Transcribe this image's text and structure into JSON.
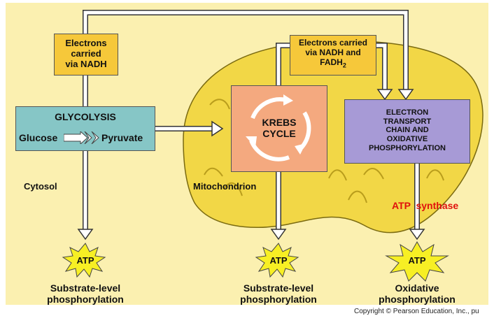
{
  "colors": {
    "background": "#fbf0b0",
    "mitochondrion": "#f2d746",
    "mito_outline": "#7a6a10",
    "nadh_box": "#f6c83a",
    "glycolysis_box": "#86c6c6",
    "krebs_box": "#f4a97f",
    "etc_box": "#a79ad6",
    "atp_star": "#f7ef24",
    "arrow_fill": "#ffffff",
    "arrow_stroke": "#333333",
    "atp_synthase_text": "#e0120c"
  },
  "labels": {
    "electrons_nadh_1": "Electrons carried",
    "electrons_nadh_2": "via NADH",
    "electrons_fadh_1": "Electrons carried",
    "electrons_fadh_2": "via NADH and",
    "electrons_fadh_3": "FADH",
    "electrons_fadh_sub": "2",
    "glycolysis": "GLYCOLYSIS",
    "glucose": "Glucose",
    "pyruvate": "Pyruvate",
    "krebs_1": "KREBS",
    "krebs_2": "CYCLE",
    "etc_1": "ELECTRON",
    "etc_2": "TRANSPORT",
    "etc_3": "CHAIN AND",
    "etc_4": "OXIDATIVE",
    "etc_5": "PHOSPHORYLATION",
    "cytosol": "Cytosol",
    "mitochondrion": "Mitochondrion",
    "atp_synthase": "ATP  synthase",
    "atp": "ATP",
    "substrate_level_1": "Substrate-level",
    "substrate_level_2": "phosphorylation",
    "oxidative_1": "Oxidative",
    "oxidative_2": "phosphorylation",
    "copyright": "Copyright © Pearson Education, Inc., pu"
  },
  "icons": [
    "double-chevron-arrow-icon",
    "atp-starburst-icon",
    "cycle-arrows-icon"
  ]
}
